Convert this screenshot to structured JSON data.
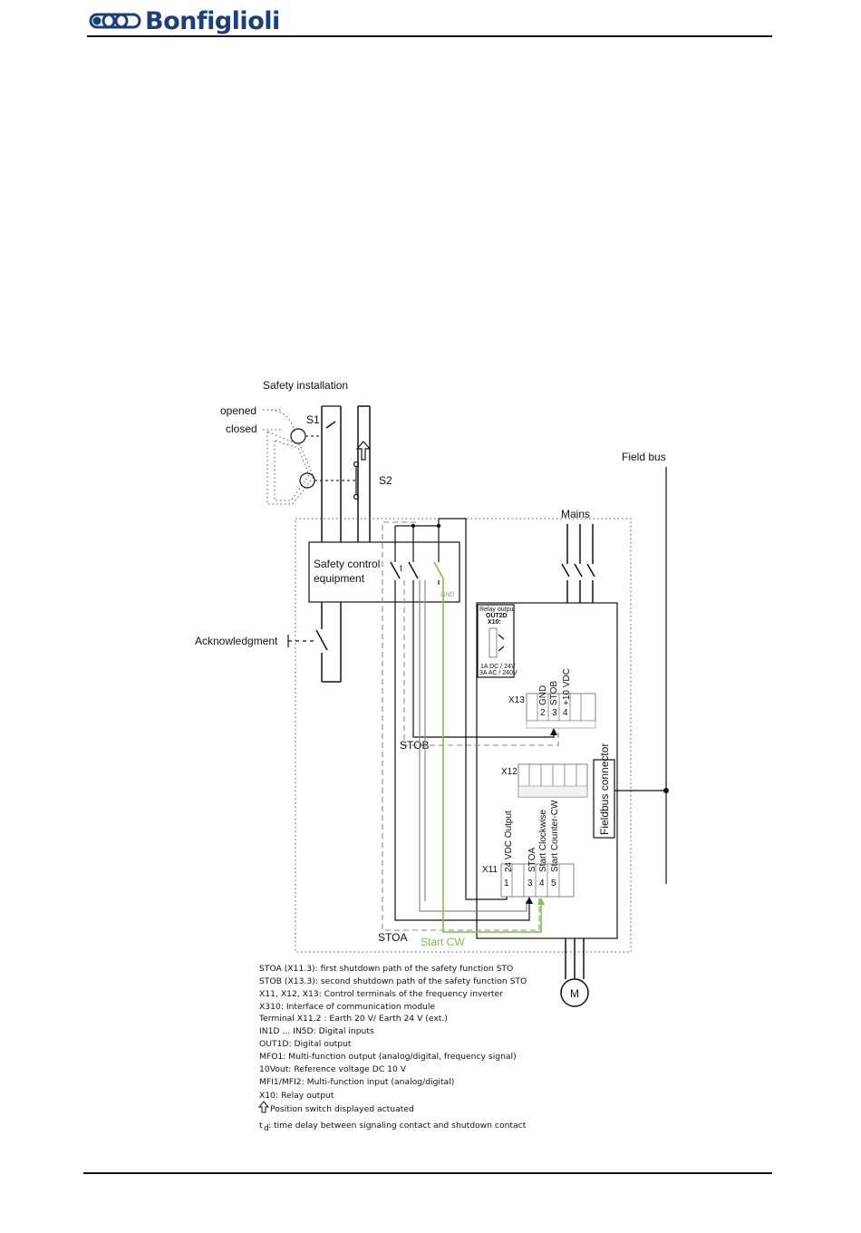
{
  "header": {
    "brand_name": "Bonfiglioli"
  },
  "diagram": {
    "safety_installation": "Safety installation",
    "opened": "opened",
    "closed": "closed",
    "s1": "S1",
    "s2": "S2",
    "safety_control_line1": "Safety control",
    "safety_control_line2": "equipment",
    "td_mark": "t",
    "gnd": "GND",
    "acknowledgment": "Acknowledgment",
    "mains": "Mains",
    "field_bus": "Field bus",
    "relay": {
      "title": "Relay output",
      "out": "OUT2D",
      "terminal": "X10:",
      "rating1": "1A DC / 24V",
      "rating2": "3A AC / 240V"
    },
    "x13": {
      "name": "X13",
      "labels": [
        "GND",
        "STOB",
        "+10 VDC"
      ],
      "numbers": [
        "2",
        "3",
        "4"
      ]
    },
    "x12": {
      "name": "X12"
    },
    "fieldbus_connector": "Fieldbus connector",
    "x11": {
      "name": "X11",
      "labels": [
        "24 VDC Output",
        "STOA",
        "Start Clockwise",
        "Start Counter-CW"
      ],
      "numbers": [
        "1",
        "3",
        "4",
        "5"
      ]
    },
    "stob": "STOB",
    "stoa": "STOA",
    "start_cw": "Start CW",
    "motor": "M"
  },
  "legend": [
    "STOA (X11.3): first shutdown path of the safety function STO",
    "STOB (X13.3): second shutdown path of the safety function STO",
    "X11, X12, X13: Control terminals of the frequency inverter",
    "X310: Interface of communication module",
    "Terminal X11.2 : Earth 20 V/ Earth 24 V (ext.)",
    "IN1D ... IN5D: Digital inputs",
    "OUT1D: Digital output",
    "MFO1: Multi-function output (analog/digital, frequency signal)",
    "10Vout: Reference voltage DC 10 V",
    "MFI1/MFI2: Multi-function input (analog/digital)",
    "X10: Relay output",
    "Position switch displayed actuated",
    ": time delay between signaling contact and shutdown contact"
  ],
  "legend_td_symbol": "t",
  "legend_td_sub": "d"
}
